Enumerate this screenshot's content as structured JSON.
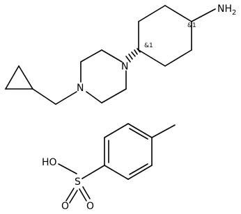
{
  "molecule": {
    "atom_labels": {
      "amine": "NH",
      "amine_subscript": "2",
      "piperazine_n_upper": "N",
      "piperazine_n_lower": "N",
      "hydroxyl": "HO",
      "sulfur": "S",
      "oxygen_left": "O",
      "oxygen_right": "O"
    },
    "stereo_labels": {
      "upper_center": "&1",
      "lower_center": "&1"
    }
  }
}
